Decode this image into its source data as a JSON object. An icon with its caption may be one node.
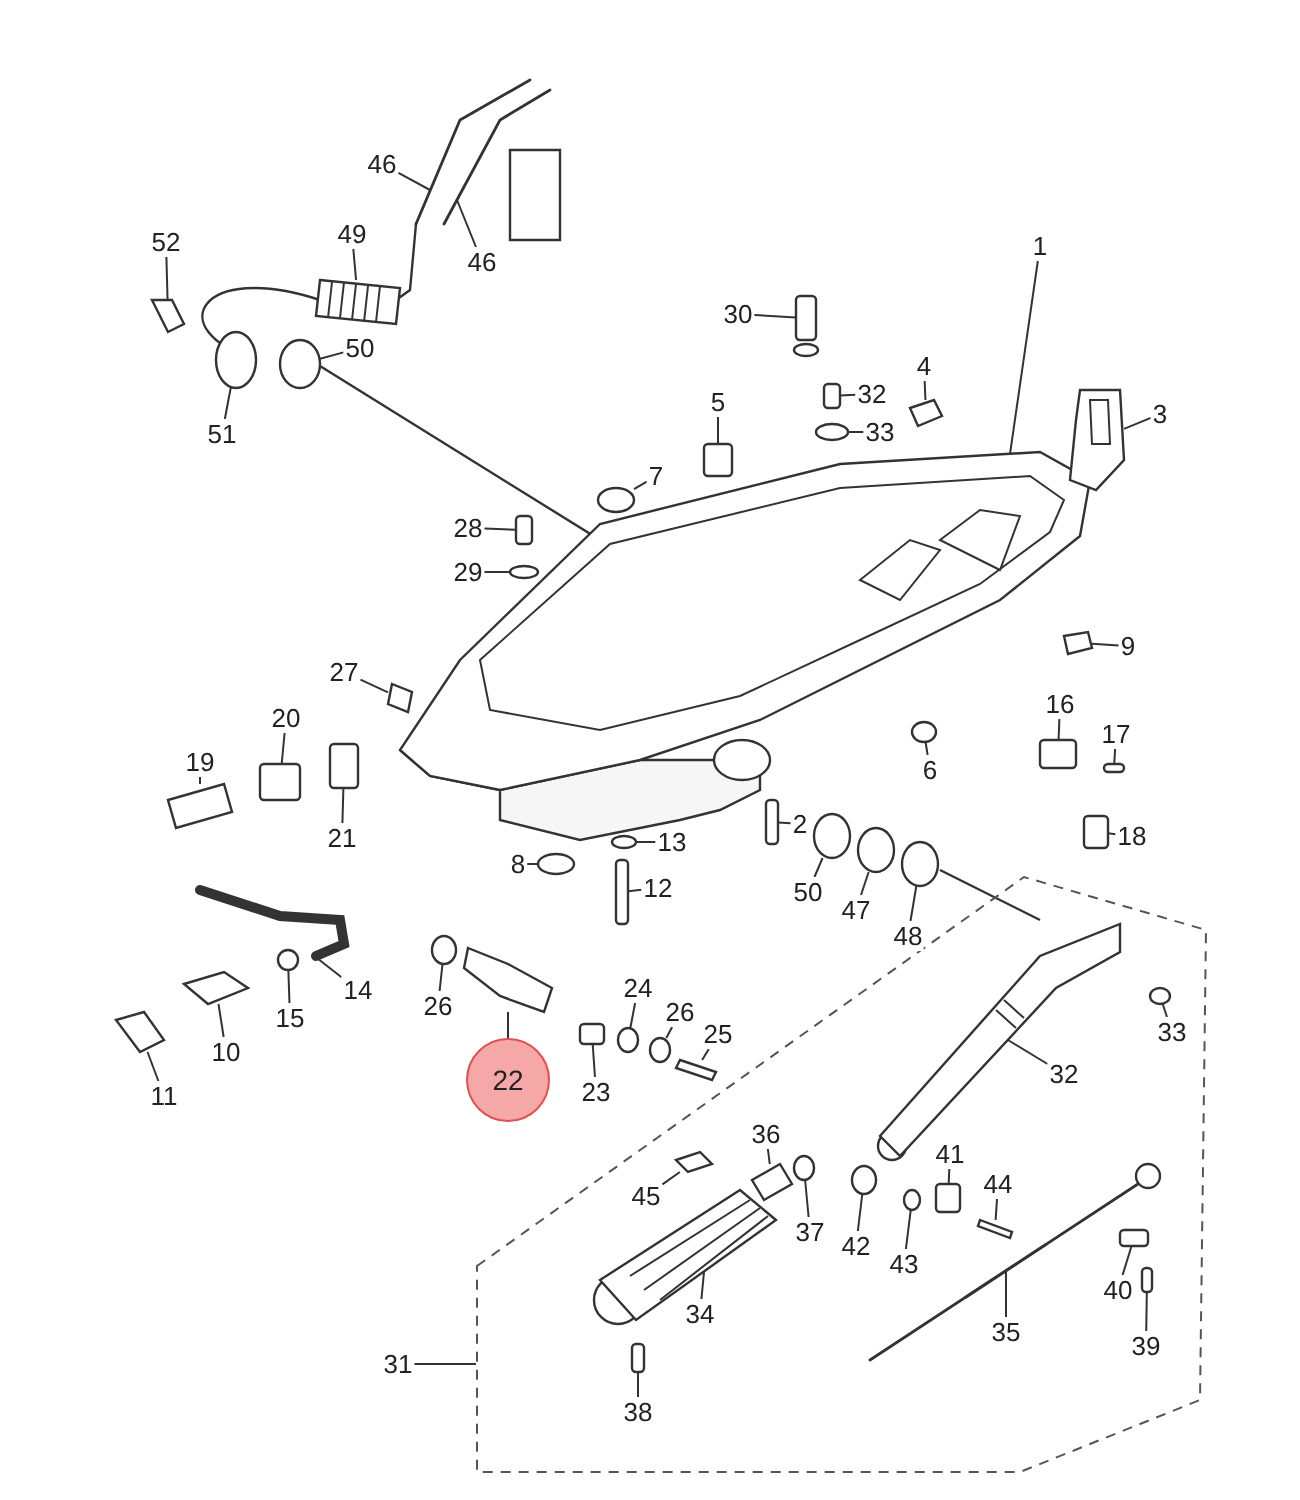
{
  "diagram": {
    "nodes": [
      {
        "text": [
          "46"
        ]
      },
      {
        "text": [
          "46"
        ]
      },
      {
        "text": [
          "1"
        ]
      },
      {
        "text": [
          "52"
        ]
      },
      {
        "text": [
          "49"
        ]
      },
      {
        "text": [
          "50"
        ]
      },
      {
        "text": [
          "51"
        ]
      },
      {
        "text": [
          "30"
        ]
      },
      {
        "text": [
          "4"
        ]
      },
      {
        "text": [
          "32"
        ]
      },
      {
        "text": [
          "3"
        ]
      },
      {
        "text": [
          "33"
        ]
      },
      {
        "text": [
          "5"
        ]
      },
      {
        "text": [
          "7"
        ]
      },
      {
        "text": [
          "28"
        ]
      },
      {
        "text": [
          "29"
        ]
      },
      {
        "text": [
          "27"
        ]
      },
      {
        "text": [
          "9"
        ]
      },
      {
        "text": [
          "20"
        ]
      },
      {
        "text": [
          "16"
        ]
      },
      {
        "text": [
          "17"
        ]
      },
      {
        "text": [
          "19"
        ]
      },
      {
        "text": [
          "6"
        ]
      },
      {
        "text": [
          "21"
        ]
      },
      {
        "text": [
          "2"
        ]
      },
      {
        "text": [
          "18"
        ]
      },
      {
        "text": [
          "8"
        ]
      },
      {
        "text": [
          "13"
        ]
      },
      {
        "text": [
          "50"
        ]
      },
      {
        "text": [
          "47"
        ]
      },
      {
        "text": [
          "48"
        ]
      },
      {
        "text": [
          "12"
        ]
      },
      {
        "text": [
          "14"
        ]
      },
      {
        "text": [
          "26"
        ]
      },
      {
        "text": [
          "24"
        ]
      },
      {
        "text": [
          "26"
        ]
      },
      {
        "text": [
          "15"
        ]
      },
      {
        "text": [
          "25"
        ]
      },
      {
        "text": [
          "10"
        ]
      },
      {
        "text": [
          "22"
        ]
      },
      {
        "text": [
          "33"
        ],
        "in": 111
      },
      {
        "text": [
          "23"
        ]
      },
      {
        "text": [
          "32"
        ],
        "in": 111
      },
      {
        "text": [
          "11"
        ]
      },
      {
        "text": [
          "36"
        ],
        "in": 111
      },
      {
        "text": [
          "41"
        ],
        "in": 111
      },
      {
        "text": [
          "45"
        ],
        "in": 111
      },
      {
        "text": [
          "44"
        ],
        "in": 111
      },
      {
        "text": [
          "37"
        ],
        "in": 111
      },
      {
        "text": [
          "42"
        ],
        "in": 111
      },
      {
        "text": [
          "43"
        ],
        "in": 111
      },
      {
        "text": [
          "40"
        ],
        "in": 111
      },
      {
        "text": [
          "34"
        ],
        "in": 111
      },
      {
        "text": [
          "35"
        ],
        "in": 111
      },
      {
        "text": [
          "31"
        ]
      },
      {
        "text": [
          "39"
        ],
        "in": 111
      },
      {
        "text": [
          "38"
        ],
        "in": 111
      },
      {
        "text": [],
        "shape": "line"
      },
      {
        "text": [],
        "shape": "line"
      },
      {
        "text": [],
        "shape": "picture"
      },
      {
        "text": [],
        "shape": "box"
      },
      {
        "text": [],
        "shape": "picture"
      },
      {
        "text": [],
        "shape": "circle"
      },
      {
        "text": [],
        "shape": "circle"
      },
      {
        "text": [],
        "shape": "box"
      },
      {
        "text": [],
        "shape": "box"
      },
      {
        "text": [],
        "shape": "box"
      },
      {
        "text": [],
        "shape": "picture"
      },
      {
        "text": [],
        "shape": "circle"
      },
      {
        "text": [],
        "shape": "box"
      },
      {
        "text": [],
        "shape": "circle"
      },
      {
        "text": [],
        "shape": "box"
      },
      {
        "text": [],
        "shape": "circle"
      },
      {
        "text": [],
        "shape": "box"
      },
      {
        "text": [],
        "shape": "box"
      },
      {
        "text": [],
        "shape": "box"
      },
      {
        "text": [],
        "shape": "box"
      },
      {
        "text": [],
        "shape": "box"
      },
      {
        "text": [],
        "shape": "box"
      },
      {
        "text": [],
        "shape": "circle"
      },
      {
        "text": [],
        "shape": "box"
      },
      {
        "text": [],
        "shape": "box"
      },
      {
        "text": [],
        "shape": "box"
      },
      {
        "text": [],
        "shape": "circle"
      },
      {
        "text": [],
        "shape": "circle"
      },
      {
        "text": [],
        "shape": "circle"
      },
      {
        "text": [],
        "shape": "circle"
      },
      {
        "text": [],
        "shape": "circle"
      },
      {
        "text": [],
        "shape": "box"
      },
      {
        "text": [],
        "shape": "line"
      },
      {
        "text": [],
        "shape": "circle"
      },
      {
        "text": [],
        "shape": "circle"
      },
      {
        "text": [],
        "shape": "circle"
      },
      {
        "text": [],
        "shape": "circle"
      },
      {
        "text": [],
        "shape": "box"
      },
      {
        "text": [],
        "shape": "box"
      },
      {
        "text": [],
        "shape": "box"
      },
      {
        "text": [],
        "shape": "circle",
        "in": 111
      },
      {
        "text": [],
        "shape": "box"
      },
      {
        "text": [],
        "shape": "picture",
        "in": 111
      },
      {
        "text": [],
        "shape": "box"
      },
      {
        "text": [],
        "shape": "box",
        "in": 111
      },
      {
        "text": [],
        "shape": "box",
        "in": 111
      },
      {
        "text": [],
        "shape": "box",
        "in": 111
      },
      {
        "text": [],
        "shape": "box",
        "in": 111
      },
      {
        "text": [],
        "shape": "circle",
        "in": 111
      },
      {
        "text": [],
        "shape": "circle",
        "in": 111
      },
      {
        "text": [],
        "shape": "circle",
        "in": 111
      },
      {
        "text": [],
        "shape": "box",
        "in": 111
      },
      {
        "text": [],
        "shape": "picture",
        "in": 111
      },
      {
        "text": [],
        "shape": "line",
        "in": 111
      },
      {
        "text": [],
        "shape": "box"
      },
      {
        "text": [],
        "shape": "box",
        "in": 111
      },
      {
        "text": [],
        "shape": "box",
        "in": 111
      }
    ],
    "edges": [
      {
        "from": 0,
        "to": 57,
        "arrow": "none"
      },
      {
        "from": 1,
        "to": 58,
        "arrow": "none"
      },
      {
        "from": 2,
        "to": 59,
        "arrow": "none"
      },
      {
        "from": 3,
        "to": 60,
        "arrow": "none"
      },
      {
        "from": 4,
        "to": 61,
        "arrow": "none"
      },
      {
        "from": 5,
        "to": 62,
        "arrow": "none"
      },
      {
        "from": 6,
        "to": 63,
        "arrow": "none"
      },
      {
        "from": 7,
        "to": 64,
        "arrow": "none"
      },
      {
        "from": 8,
        "to": 65,
        "arrow": "none"
      },
      {
        "from": 9,
        "to": 66,
        "arrow": "none"
      },
      {
        "from": 10,
        "to": 67,
        "arrow": "none"
      },
      {
        "from": 11,
        "to": 68,
        "arrow": "none"
      },
      {
        "from": 12,
        "to": 69,
        "arrow": "none"
      },
      {
        "from": 13,
        "to": 70,
        "arrow": "none"
      },
      {
        "from": 14,
        "to": 71,
        "arrow": "none"
      },
      {
        "from": 15,
        "to": 72,
        "arrow": "none"
      },
      {
        "from": 16,
        "to": 73,
        "arrow": "none"
      },
      {
        "from": 17,
        "to": 74,
        "arrow": "none"
      },
      {
        "from": 18,
        "to": 75,
        "arrow": "none"
      },
      {
        "from": 19,
        "to": 76,
        "arrow": "none"
      },
      {
        "from": 20,
        "to": 77,
        "arrow": "none"
      },
      {
        "from": 21,
        "to": 78,
        "arrow": "none"
      },
      {
        "from": 22,
        "to": 79,
        "arrow": "none"
      },
      {
        "from": 23,
        "to": 80,
        "arrow": "none"
      },
      {
        "from": 24,
        "to": 81,
        "arrow": "none"
      },
      {
        "from": 25,
        "to": 82,
        "arrow": "none"
      },
      {
        "from": 26,
        "to": 83,
        "arrow": "none"
      },
      {
        "from": 27,
        "to": 84,
        "arrow": "none"
      },
      {
        "from": 28,
        "to": 85,
        "arrow": "none"
      },
      {
        "from": 29,
        "to": 86,
        "arrow": "none"
      },
      {
        "from": 30,
        "to": 87,
        "arrow": "none"
      },
      {
        "from": 31,
        "to": 88,
        "arrow": "none"
      },
      {
        "from": 32,
        "to": 89,
        "arrow": "none"
      },
      {
        "from": 33,
        "to": 90,
        "arrow": "none"
      },
      {
        "from": 34,
        "to": 91,
        "arrow": "none"
      },
      {
        "from": 35,
        "to": 92,
        "arrow": "none"
      },
      {
        "from": 36,
        "to": 93,
        "arrow": "none"
      },
      {
        "from": 37,
        "to": 94,
        "arrow": "none"
      },
      {
        "from": 38,
        "to": 95,
        "arrow": "none"
      },
      {
        "from": 39,
        "to": 96,
        "arrow": "none"
      },
      {
        "from": 40,
        "to": 97,
        "arrow": "none"
      },
      {
        "from": 41,
        "to": 98,
        "arrow": "none"
      },
      {
        "from": 42,
        "to": 99,
        "arrow": "none"
      },
      {
        "from": 43,
        "to": 100,
        "arrow": "none"
      },
      {
        "from": 44,
        "to": 101,
        "arrow": "none"
      },
      {
        "from": 45,
        "to": 102,
        "arrow": "none"
      },
      {
        "from": 46,
        "to": 103,
        "arrow": "none"
      },
      {
        "from": 47,
        "to": 104,
        "arrow": "none"
      },
      {
        "from": 48,
        "to": 105,
        "arrow": "none"
      },
      {
        "from": 49,
        "to": 106,
        "arrow": "none"
      },
      {
        "from": 50,
        "to": 107,
        "arrow": "none"
      },
      {
        "from": 51,
        "to": 108,
        "arrow": "none"
      },
      {
        "from": 52,
        "to": 109,
        "arrow": "none"
      },
      {
        "from": 53,
        "to": 110,
        "arrow": "none"
      },
      {
        "from": 54,
        "to": 111,
        "arrow": "none"
      },
      {
        "from": 55,
        "to": 112,
        "arrow": "none"
      },
      {
        "from": 56,
        "to": 113,
        "arrow": "none"
      }
    ]
  }
}
